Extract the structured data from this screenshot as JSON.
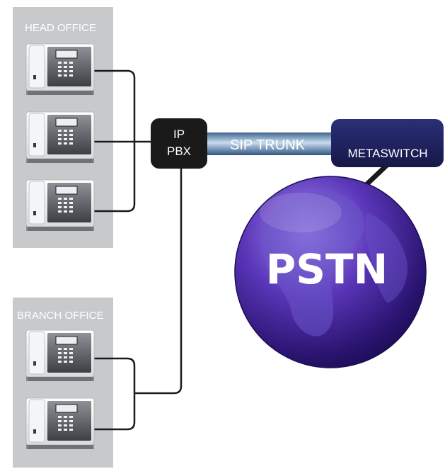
{
  "offices": {
    "head": {
      "label": "HEAD OFFICE",
      "phone_count": 3
    },
    "branch": {
      "label": "BRANCH OFFICE",
      "phone_count": 2
    }
  },
  "pbx": {
    "line1": "IP",
    "line2": "PBX"
  },
  "trunk": {
    "label": "SIP TRUNK"
  },
  "metaswitch": {
    "label": "METASWITCH"
  },
  "pstn": {
    "label": "PSTN"
  },
  "colors": {
    "office_panel": "#c8c9cb",
    "pbx_box": "#1a1a1a",
    "trunk": "#7fa3c6",
    "metaswitch_box": "#1f2260",
    "globe": "#4a2b9e",
    "wire": "#1a1a1a"
  },
  "icons": [
    "desk-phone-icon",
    "globe-icon"
  ]
}
